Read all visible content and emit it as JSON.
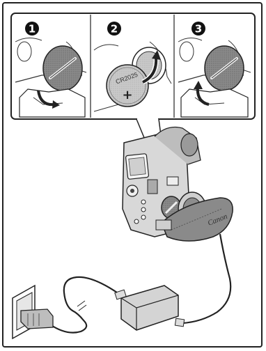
{
  "steps": [
    {
      "number": "1"
    },
    {
      "number": "2"
    },
    {
      "number": "3"
    }
  ],
  "battery": {
    "model": "CR2025",
    "polarity": "+"
  },
  "camera": {
    "brand": "Canon"
  },
  "icons": [
    "step-1-badge",
    "step-2-badge",
    "step-3-badge",
    "curved-arrow-down",
    "curved-arrow-up",
    "curved-arrow-up-left"
  ],
  "colors": {
    "outline": "#222222",
    "panel_bg": "#ffffff",
    "shade": "#9a9a9a",
    "light_shade": "#d9d9d9"
  }
}
